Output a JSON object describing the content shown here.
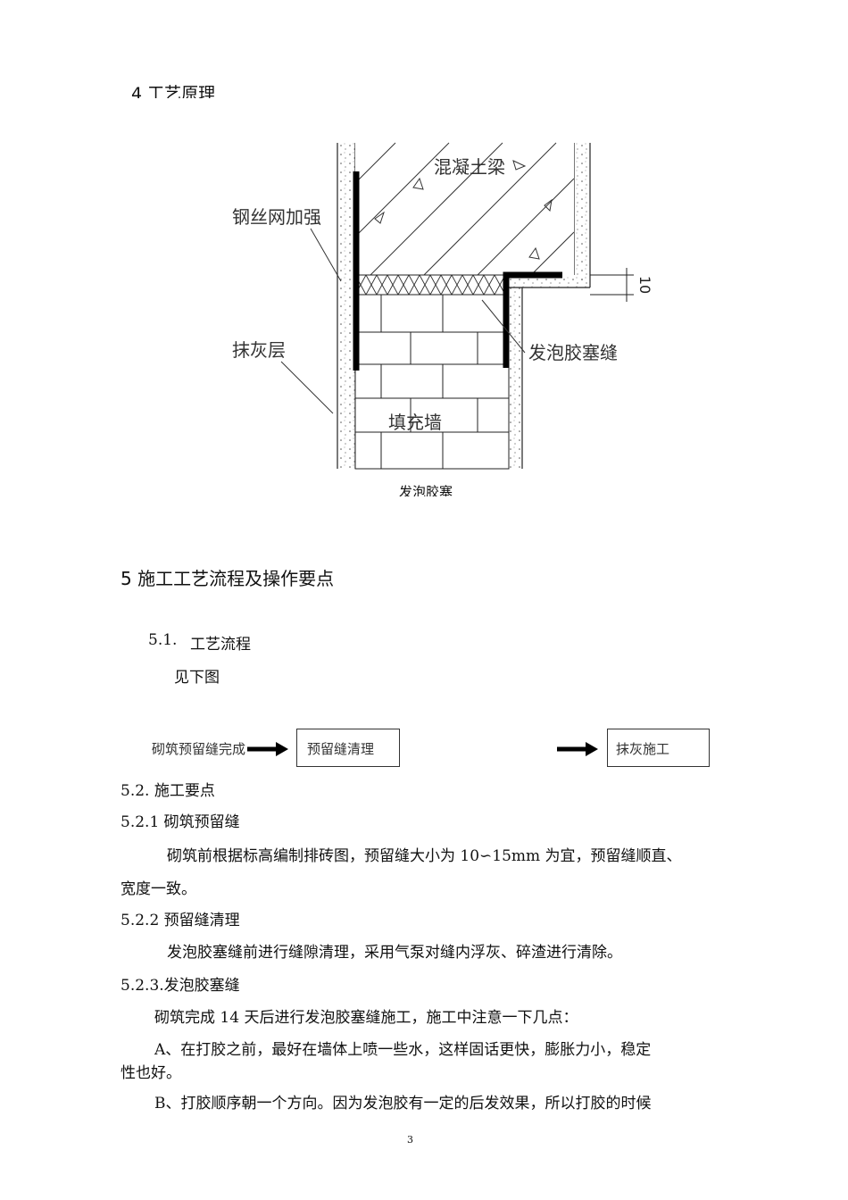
{
  "section4": {
    "heading": "4 工艺原理"
  },
  "diagram": {
    "labels": {
      "beam": "混凝土梁",
      "mesh": "钢丝网加强",
      "plaster": "抹灰层",
      "foam": "发泡胶塞缝",
      "wall": "填充墙",
      "dimension": "10"
    },
    "caption": "发泡胶塞"
  },
  "section5": {
    "heading": "5 施工工艺流程及操作要点",
    "s5_1": {
      "number": "5.1.",
      "title": "工艺流程",
      "text": "见下图"
    },
    "flow": {
      "step1": "砌筑预留缝完成",
      "step2": "预留缝清理",
      "step3": "抹灰施工"
    },
    "s5_2": {
      "title": "5.2.  施工要点"
    },
    "s5_2_1": {
      "title": "5.2.1 砌筑预留缝",
      "line1": "砌筑前根据标高编制排砖图，预留缝大小为 10∽15mm 为宜，预留缝顺直、",
      "line2": "宽度一致。"
    },
    "s5_2_2": {
      "title": "5.2.2 预留缝清理",
      "text": "发泡胶塞缝前进行缝隙清理，采用气泵对缝内浮灰、碎渣进行清除。"
    },
    "s5_2_3": {
      "title": "5.2.3.发泡胶塞缝",
      "text": "砌筑完成 14 天后进行发泡胶塞缝施工，施工中注意一下几点：",
      "pointA1": "A、在打胶之前，最好在墙体上喷一些水，这样固话更快，膨胀力小，稳定",
      "pointA2": "性也好。",
      "pointB": "B、打胶顺序朝一个方向。因为发泡胶有一定的后发效果，所以打胶的时候"
    }
  },
  "page": {
    "number": "3"
  }
}
